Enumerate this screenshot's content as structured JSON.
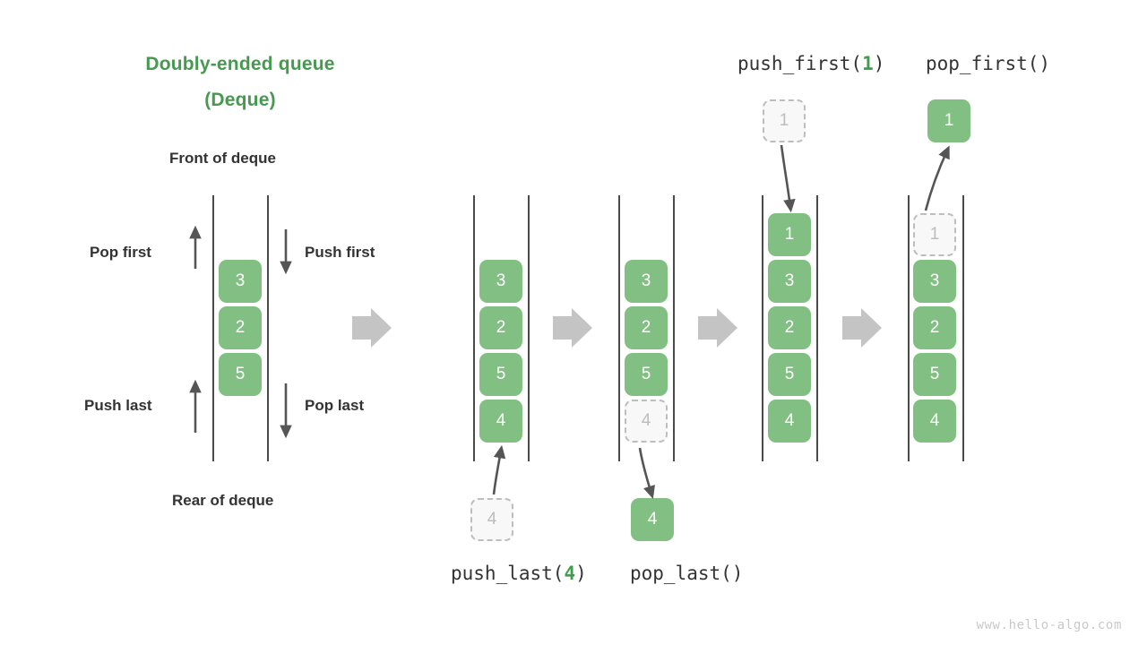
{
  "title": {
    "line1": "Doubly-ended queue",
    "line2": "(Deque)",
    "color": "#459a4f"
  },
  "labels": {
    "front_of_deque": "Front of deque",
    "rear_of_deque": "Rear of deque",
    "pop_first": "Pop first",
    "push_first": "Push first",
    "push_last": "Push last",
    "pop_last": "Pop last"
  },
  "operations": {
    "push_last": {
      "name": "push_last(",
      "arg": "4",
      "close": ")"
    },
    "pop_last": {
      "name": "pop_last()",
      "arg": "",
      "close": ""
    },
    "push_first": {
      "name": "push_first(",
      "arg": "1",
      "close": ")"
    },
    "pop_first": {
      "name": "pop_first()",
      "arg": "",
      "close": ""
    }
  },
  "colors": {
    "box_fill": "#82bf82",
    "box_text": "#ffffff",
    "ghost_fill": "#f8f8f8",
    "ghost_border": "#bdbdbd",
    "ghost_text": "#bdbdbd",
    "rail": "#4a4a4a",
    "thin_arrow": "#555555",
    "block_arrow": "#c4c4c4",
    "label_text": "#333333",
    "accent_green": "#3f9e4d"
  },
  "columns": [
    {
      "id": "deque-initial",
      "items": [
        "3",
        "2",
        "5"
      ],
      "states": [
        "filled",
        "filled",
        "filled"
      ]
    },
    {
      "id": "deque-after-push-last",
      "items": [
        "3",
        "2",
        "5",
        "4"
      ],
      "states": [
        "filled",
        "filled",
        "filled",
        "filled"
      ]
    },
    {
      "id": "deque-before-pop-last",
      "items": [
        "3",
        "2",
        "5",
        "4"
      ],
      "states": [
        "filled",
        "filled",
        "filled",
        "ghost"
      ]
    },
    {
      "id": "deque-after-push-first",
      "items": [
        "1",
        "3",
        "2",
        "5",
        "4"
      ],
      "states": [
        "filled",
        "filled",
        "filled",
        "filled",
        "filled"
      ]
    },
    {
      "id": "deque-before-pop-first",
      "items": [
        "1",
        "3",
        "2",
        "5",
        "4"
      ],
      "states": [
        "ghost",
        "filled",
        "filled",
        "filled",
        "filled"
      ]
    }
  ],
  "floating_boxes": {
    "push_last_input": {
      "value": "4",
      "state": "ghost"
    },
    "pop_last_output": {
      "value": "4",
      "state": "filled"
    },
    "push_first_input": {
      "value": "1",
      "state": "ghost"
    },
    "pop_first_output": {
      "value": "1",
      "state": "filled"
    }
  },
  "watermark": "www.hello-algo.com"
}
